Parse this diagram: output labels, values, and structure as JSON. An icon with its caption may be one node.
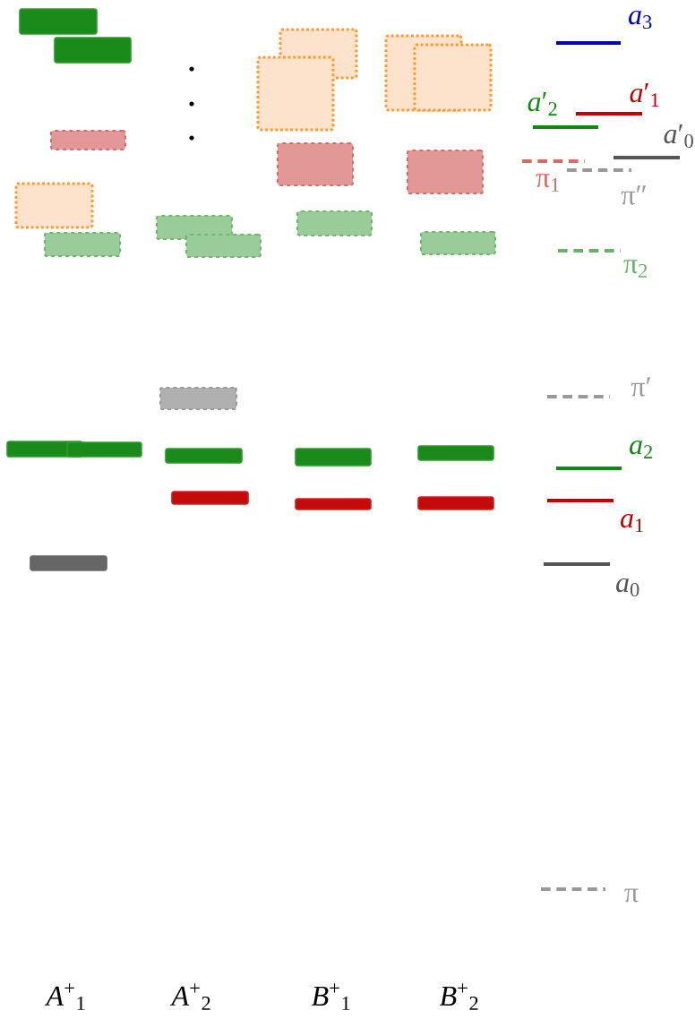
{
  "diagram": {
    "nodes": [
      {
        "text": [],
        "shape": "bar"
      },
      {
        "text": [],
        "shape": "bar"
      },
      {
        "text": [],
        "shape": "bar"
      },
      {
        "text": [],
        "shape": "bar"
      },
      {
        "text": [],
        "shape": "bar"
      },
      {
        "text": [],
        "shape": "bar"
      },
      {
        "text": [],
        "shape": "bar"
      },
      {
        "text": [],
        "shape": "bar"
      },
      {
        "text": [],
        "shape": "bar"
      },
      {
        "text": [],
        "shape": "bar"
      },
      {
        "text": [],
        "shape": "bar"
      },
      {
        "text": [],
        "shape": "bar"
      },
      {
        "text": [],
        "shape": "bar"
      },
      {
        "text": [],
        "shape": "bar"
      },
      {
        "text": [],
        "shape": "bar"
      },
      {
        "text": [],
        "shape": "bar"
      },
      {
        "text": [],
        "shape": "bar"
      },
      {
        "text": [],
        "shape": "bar"
      },
      {
        "text": [],
        "shape": "bar"
      },
      {
        "text": [],
        "shape": "bar"
      },
      {
        "text": [],
        "shape": "bar"
      },
      {
        "text": [],
        "shape": "bar"
      },
      {
        "text": [],
        "shape": "bar"
      },
      {
        "text": [],
        "shape": "bar"
      },
      {
        "text": [],
        "shape": "bar"
      }
    ],
    "labels": [
      "*a*$_{3}$",
      "*a*′$_{2}$",
      "*a*′$_{1}$",
      "*a*′$_{0}$",
      "π$_{1}$",
      "π″",
      "π$_{2}$",
      "π′",
      "*a*$_{2}$",
      "*a*$_{1}$",
      "*a*$_{0}$",
      "π",
      "*A*$^{+}$$_{1}$",
      "*A*$^{+}$$_{2}$",
      "*B*$^{+}$$_{1}$",
      "*B*$^{+}$$_{2}$"
    ]
  }
}
